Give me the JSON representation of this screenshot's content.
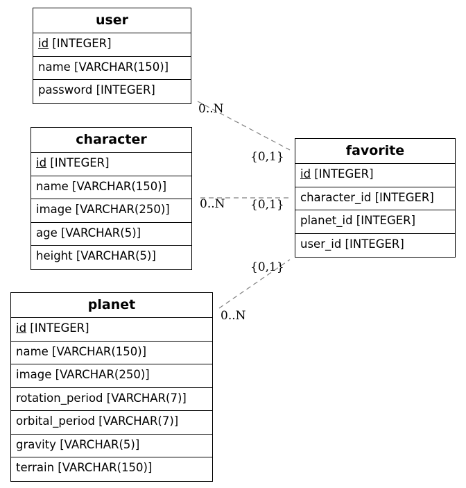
{
  "entities": {
    "user": {
      "title": "user",
      "attrs": [
        {
          "pk": "id",
          "type": " [INTEGER]"
        },
        {
          "text": "name [VARCHAR(150)]"
        },
        {
          "text": "password [INTEGER]"
        }
      ]
    },
    "character": {
      "title": "character",
      "attrs": [
        {
          "pk": "id",
          "type": " [INTEGER]"
        },
        {
          "text": "name [VARCHAR(150)]"
        },
        {
          "text": "image [VARCHAR(250)]"
        },
        {
          "text": "age [VARCHAR(5)]"
        },
        {
          "text": "height [VARCHAR(5)]"
        }
      ]
    },
    "planet": {
      "title": "planet",
      "attrs": [
        {
          "pk": "id",
          "type": " [INTEGER]"
        },
        {
          "text": "name [VARCHAR(150)]"
        },
        {
          "text": "image [VARCHAR(250)]"
        },
        {
          "text": "rotation_period [VARCHAR(7)]"
        },
        {
          "text": "orbital_period [VARCHAR(7)]"
        },
        {
          "text": "gravity [VARCHAR(5)]"
        },
        {
          "text": "terrain [VARCHAR(150)]"
        }
      ]
    },
    "favorite": {
      "title": "favorite",
      "attrs": [
        {
          "pk": "id",
          "type": " [INTEGER]"
        },
        {
          "text": "character_id [INTEGER]"
        },
        {
          "text": "planet_id [INTEGER]"
        },
        {
          "text": "user_id [INTEGER]"
        }
      ]
    }
  },
  "relationships": [
    {
      "from": "user",
      "to": "favorite",
      "from_label": "0..N",
      "to_label": "{0,1}"
    },
    {
      "from": "character",
      "to": "favorite",
      "from_label": "0..N",
      "to_label": "{0,1}"
    },
    {
      "from": "planet",
      "to": "favorite",
      "from_label": "0..N",
      "to_label": "{0,1}"
    }
  ],
  "colors": {
    "border": "#000000",
    "edge": "#808080",
    "background": "#ffffff"
  }
}
